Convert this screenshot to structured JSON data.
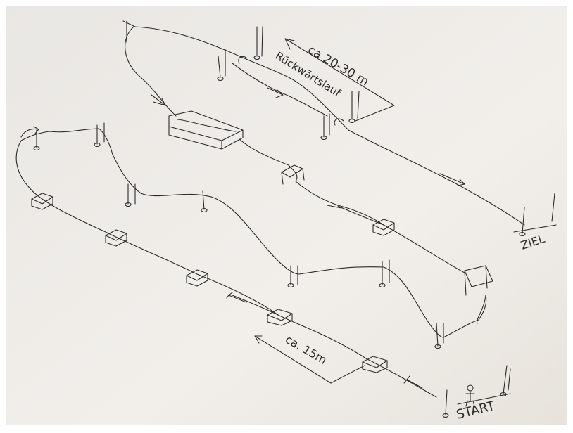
{
  "labels": {
    "start": "START",
    "ziel": "ZIEL",
    "backward_run": "Rückwärtslauf",
    "distance_long": "ca 20-30 m",
    "distance_short": "ca. 15m"
  },
  "colors": {
    "paper": "#f1eeea",
    "ink": "#2b2b2b",
    "border": "#ffffff"
  }
}
